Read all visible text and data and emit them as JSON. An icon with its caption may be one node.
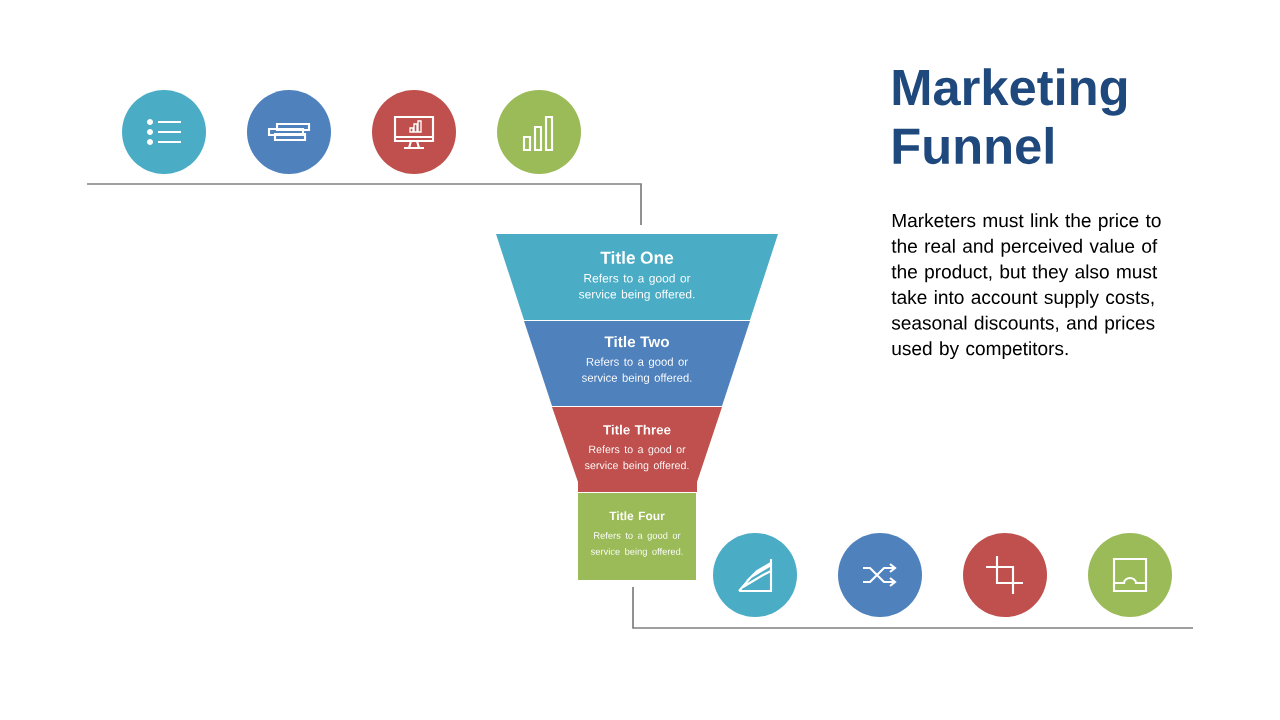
{
  "diagram": {
    "title": "Marketing Funnel",
    "nodes": [
      {
        "text": [
          "Title One",
          "Refers to a good or service being offered."
        ]
      },
      {
        "text": [
          "Title Two",
          "Refers to a good or service being offered."
        ]
      },
      {
        "text": [
          "Title Three",
          "Refers to a good or service being offered."
        ]
      },
      {
        "text": [
          "Title Four",
          "Refers to a good or service being offered."
        ]
      }
    ],
    "labels": [
      "Marketers must link the price to the real and perceived value of the product, but they also must take into account supply costs, seasonal discounts, and prices used by competitors."
    ]
  }
}
